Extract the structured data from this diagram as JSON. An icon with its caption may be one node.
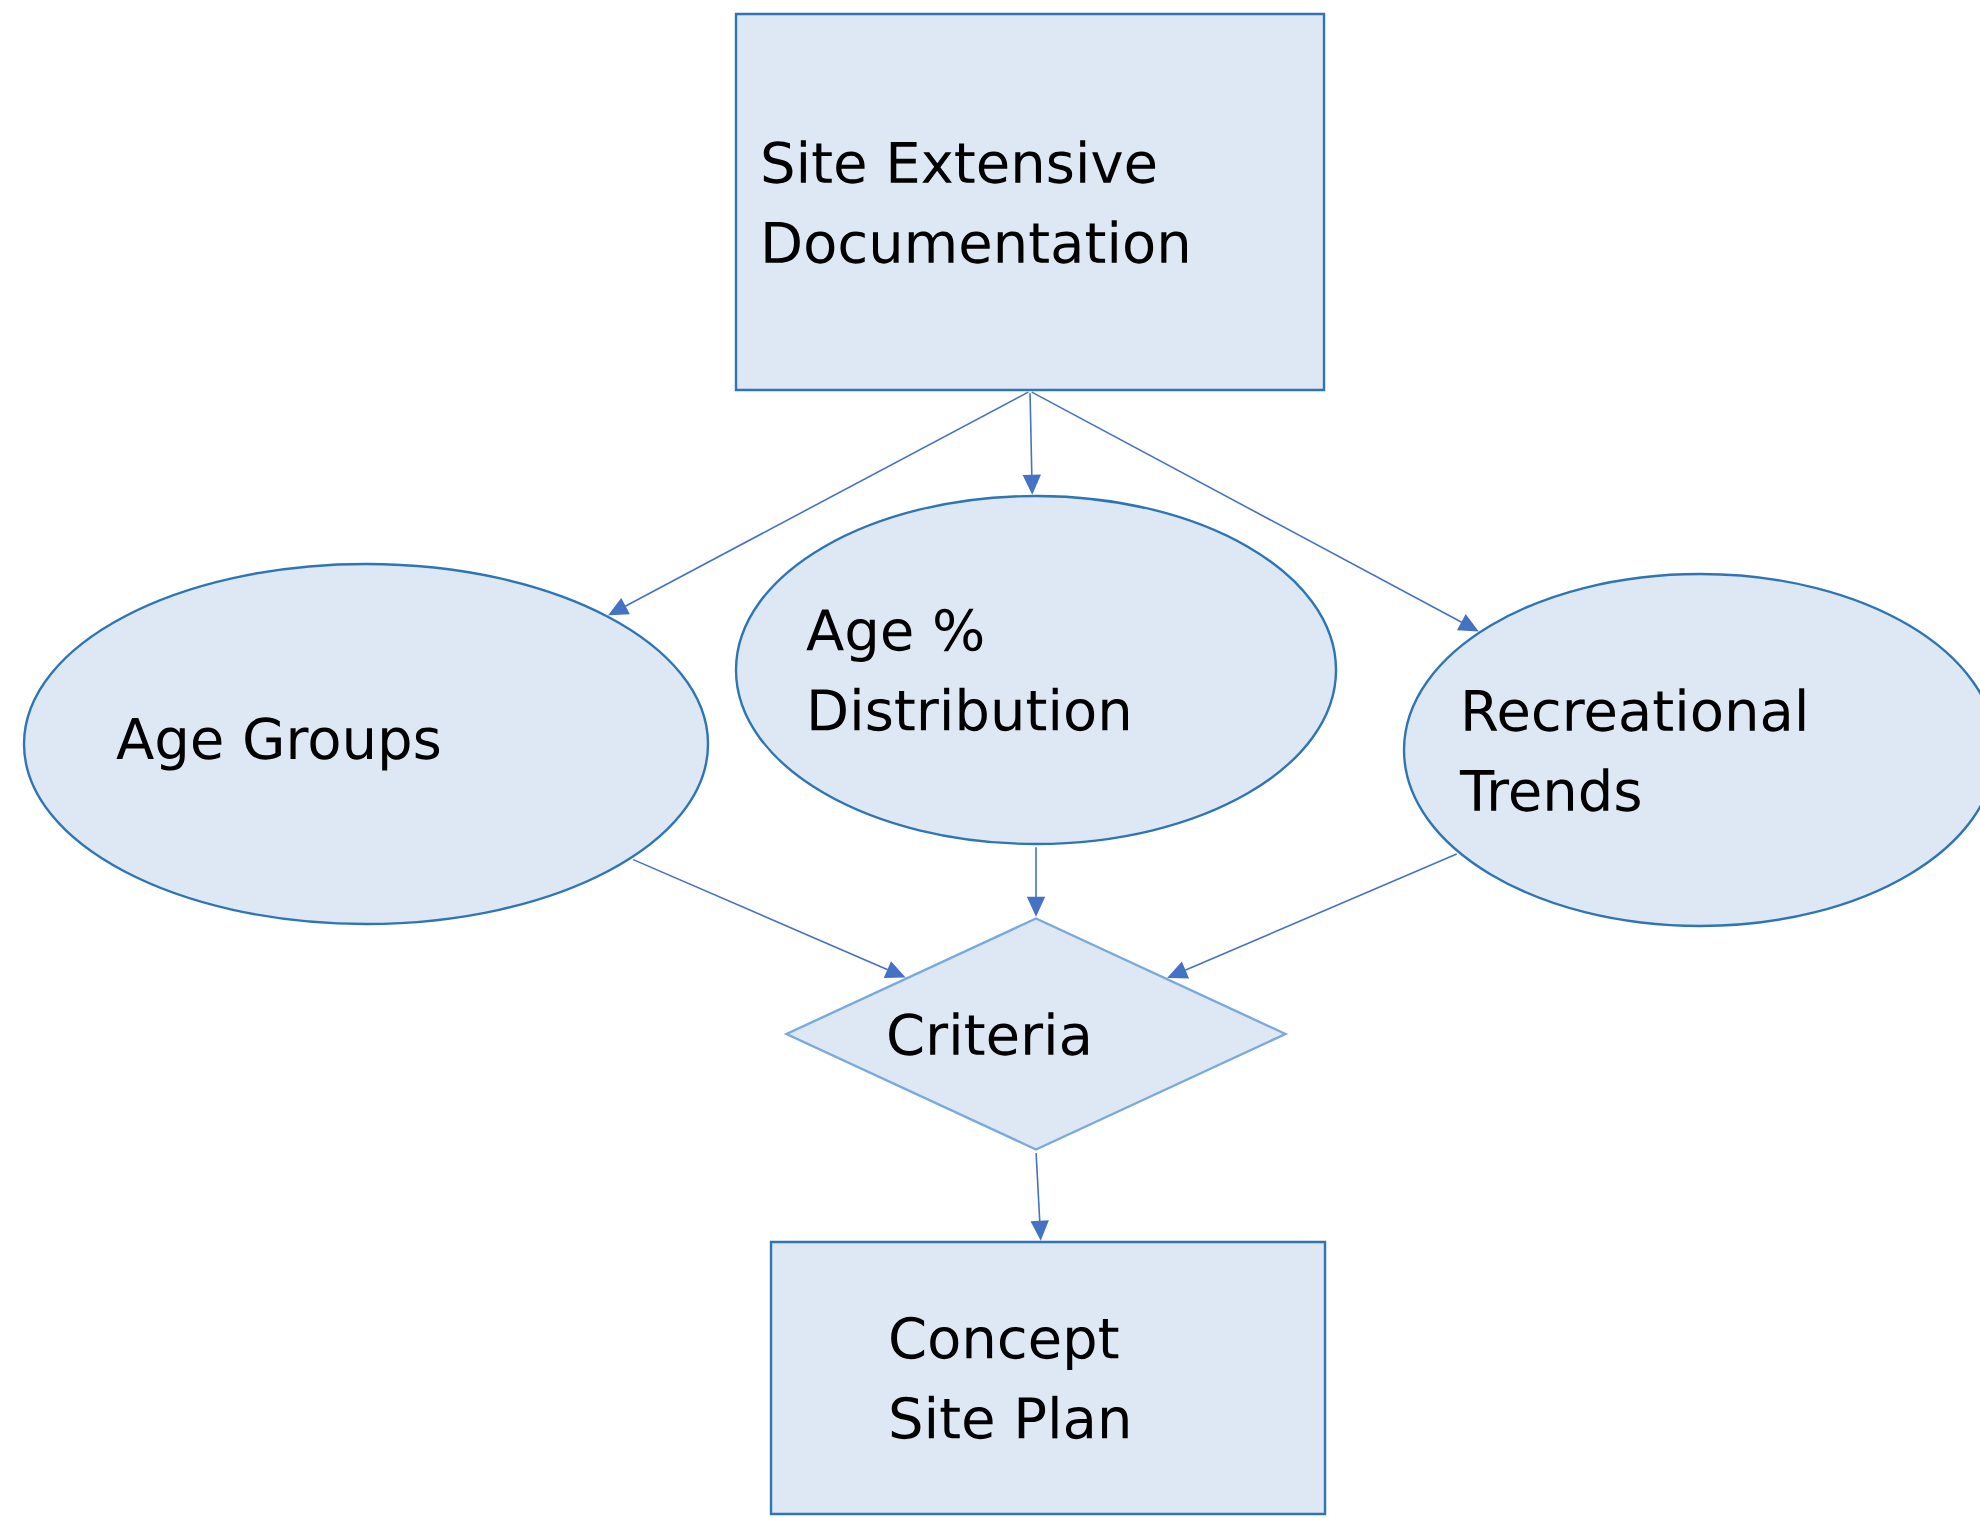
{
  "diagram": {
    "nodes": [
      {
        "text": [
          "Site Extensive Documentation"
        ]
      },
      {
        "text": [
          "Age Groups"
        ]
      },
      {
        "text": [
          "Age % Distribution"
        ]
      },
      {
        "text": [
          "Recreational Trends"
        ]
      },
      {
        "text": [
          "Criteria"
        ]
      },
      {
        "text": [
          "Concept Site Plan"
        ]
      }
    ],
    "edges": [
      {
        "from": 0,
        "to": 1,
        "arrow": "to"
      },
      {
        "from": 0,
        "to": 2,
        "arrow": "to"
      },
      {
        "from": 0,
        "to": 3,
        "arrow": "to"
      },
      {
        "from": 1,
        "to": 4,
        "arrow": "to"
      },
      {
        "from": 2,
        "to": 4,
        "arrow": "to"
      },
      {
        "from": 3,
        "to": 4,
        "arrow": "to"
      },
      {
        "from": 4,
        "to": 5,
        "arrow": "to"
      }
    ]
  }
}
